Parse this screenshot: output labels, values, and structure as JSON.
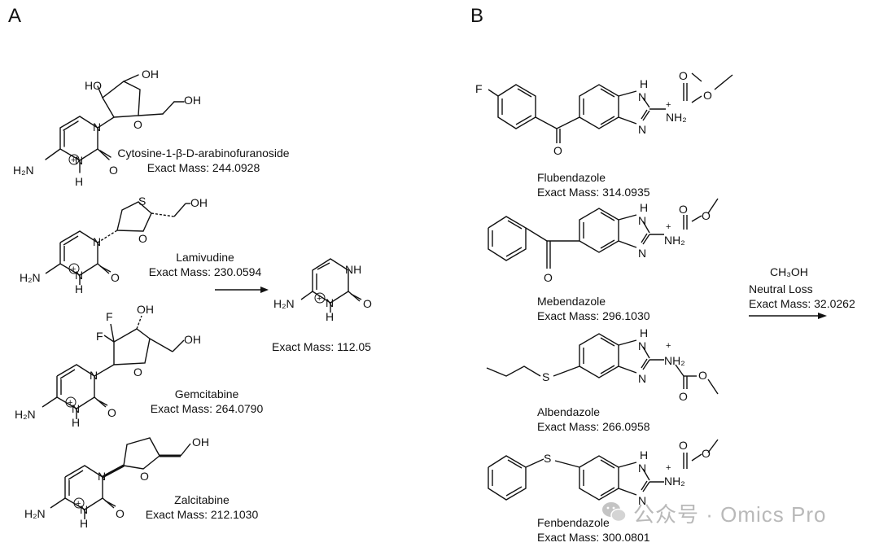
{
  "panels": {
    "a": "A",
    "b": "B"
  },
  "panel_a": {
    "compounds": [
      {
        "name": "Cytosine-1-β-D-arabinofuranoside",
        "mass": "Exact Mass: 244.0928"
      },
      {
        "name": "Lamivudine",
        "mass": "Exact Mass: 230.0594"
      },
      {
        "name": "Gemcitabine",
        "mass": "Exact Mass: 264.0790"
      },
      {
        "name": "Zalcitabine",
        "mass": "Exact Mass: 212.1030"
      }
    ],
    "product": {
      "mass": "Exact Mass: 112.05"
    }
  },
  "panel_b": {
    "compounds": [
      {
        "name": "Flubendazole",
        "mass": "Exact Mass: 314.0935"
      },
      {
        "name": "Mebendazole",
        "mass": "Exact Mass: 296.1030"
      },
      {
        "name": "Albendazole",
        "mass": "Exact Mass: 266.0958"
      },
      {
        "name": "Fenbendazole",
        "mass": "Exact Mass: 300.0801"
      }
    ],
    "loss": {
      "formula": "CH₃OH",
      "label": "Neutral Loss",
      "mass": "Exact Mass: 32.0262"
    }
  },
  "atoms": {
    "h2n": "H₂N",
    "nh2": "NH₂",
    "nh": "NH",
    "n": "N",
    "h": "H",
    "o": "O",
    "oh": "OH",
    "ho": "HO",
    "f": "F",
    "s": "S",
    "plus": "+"
  },
  "watermark": "公众号 · Omics Pro"
}
